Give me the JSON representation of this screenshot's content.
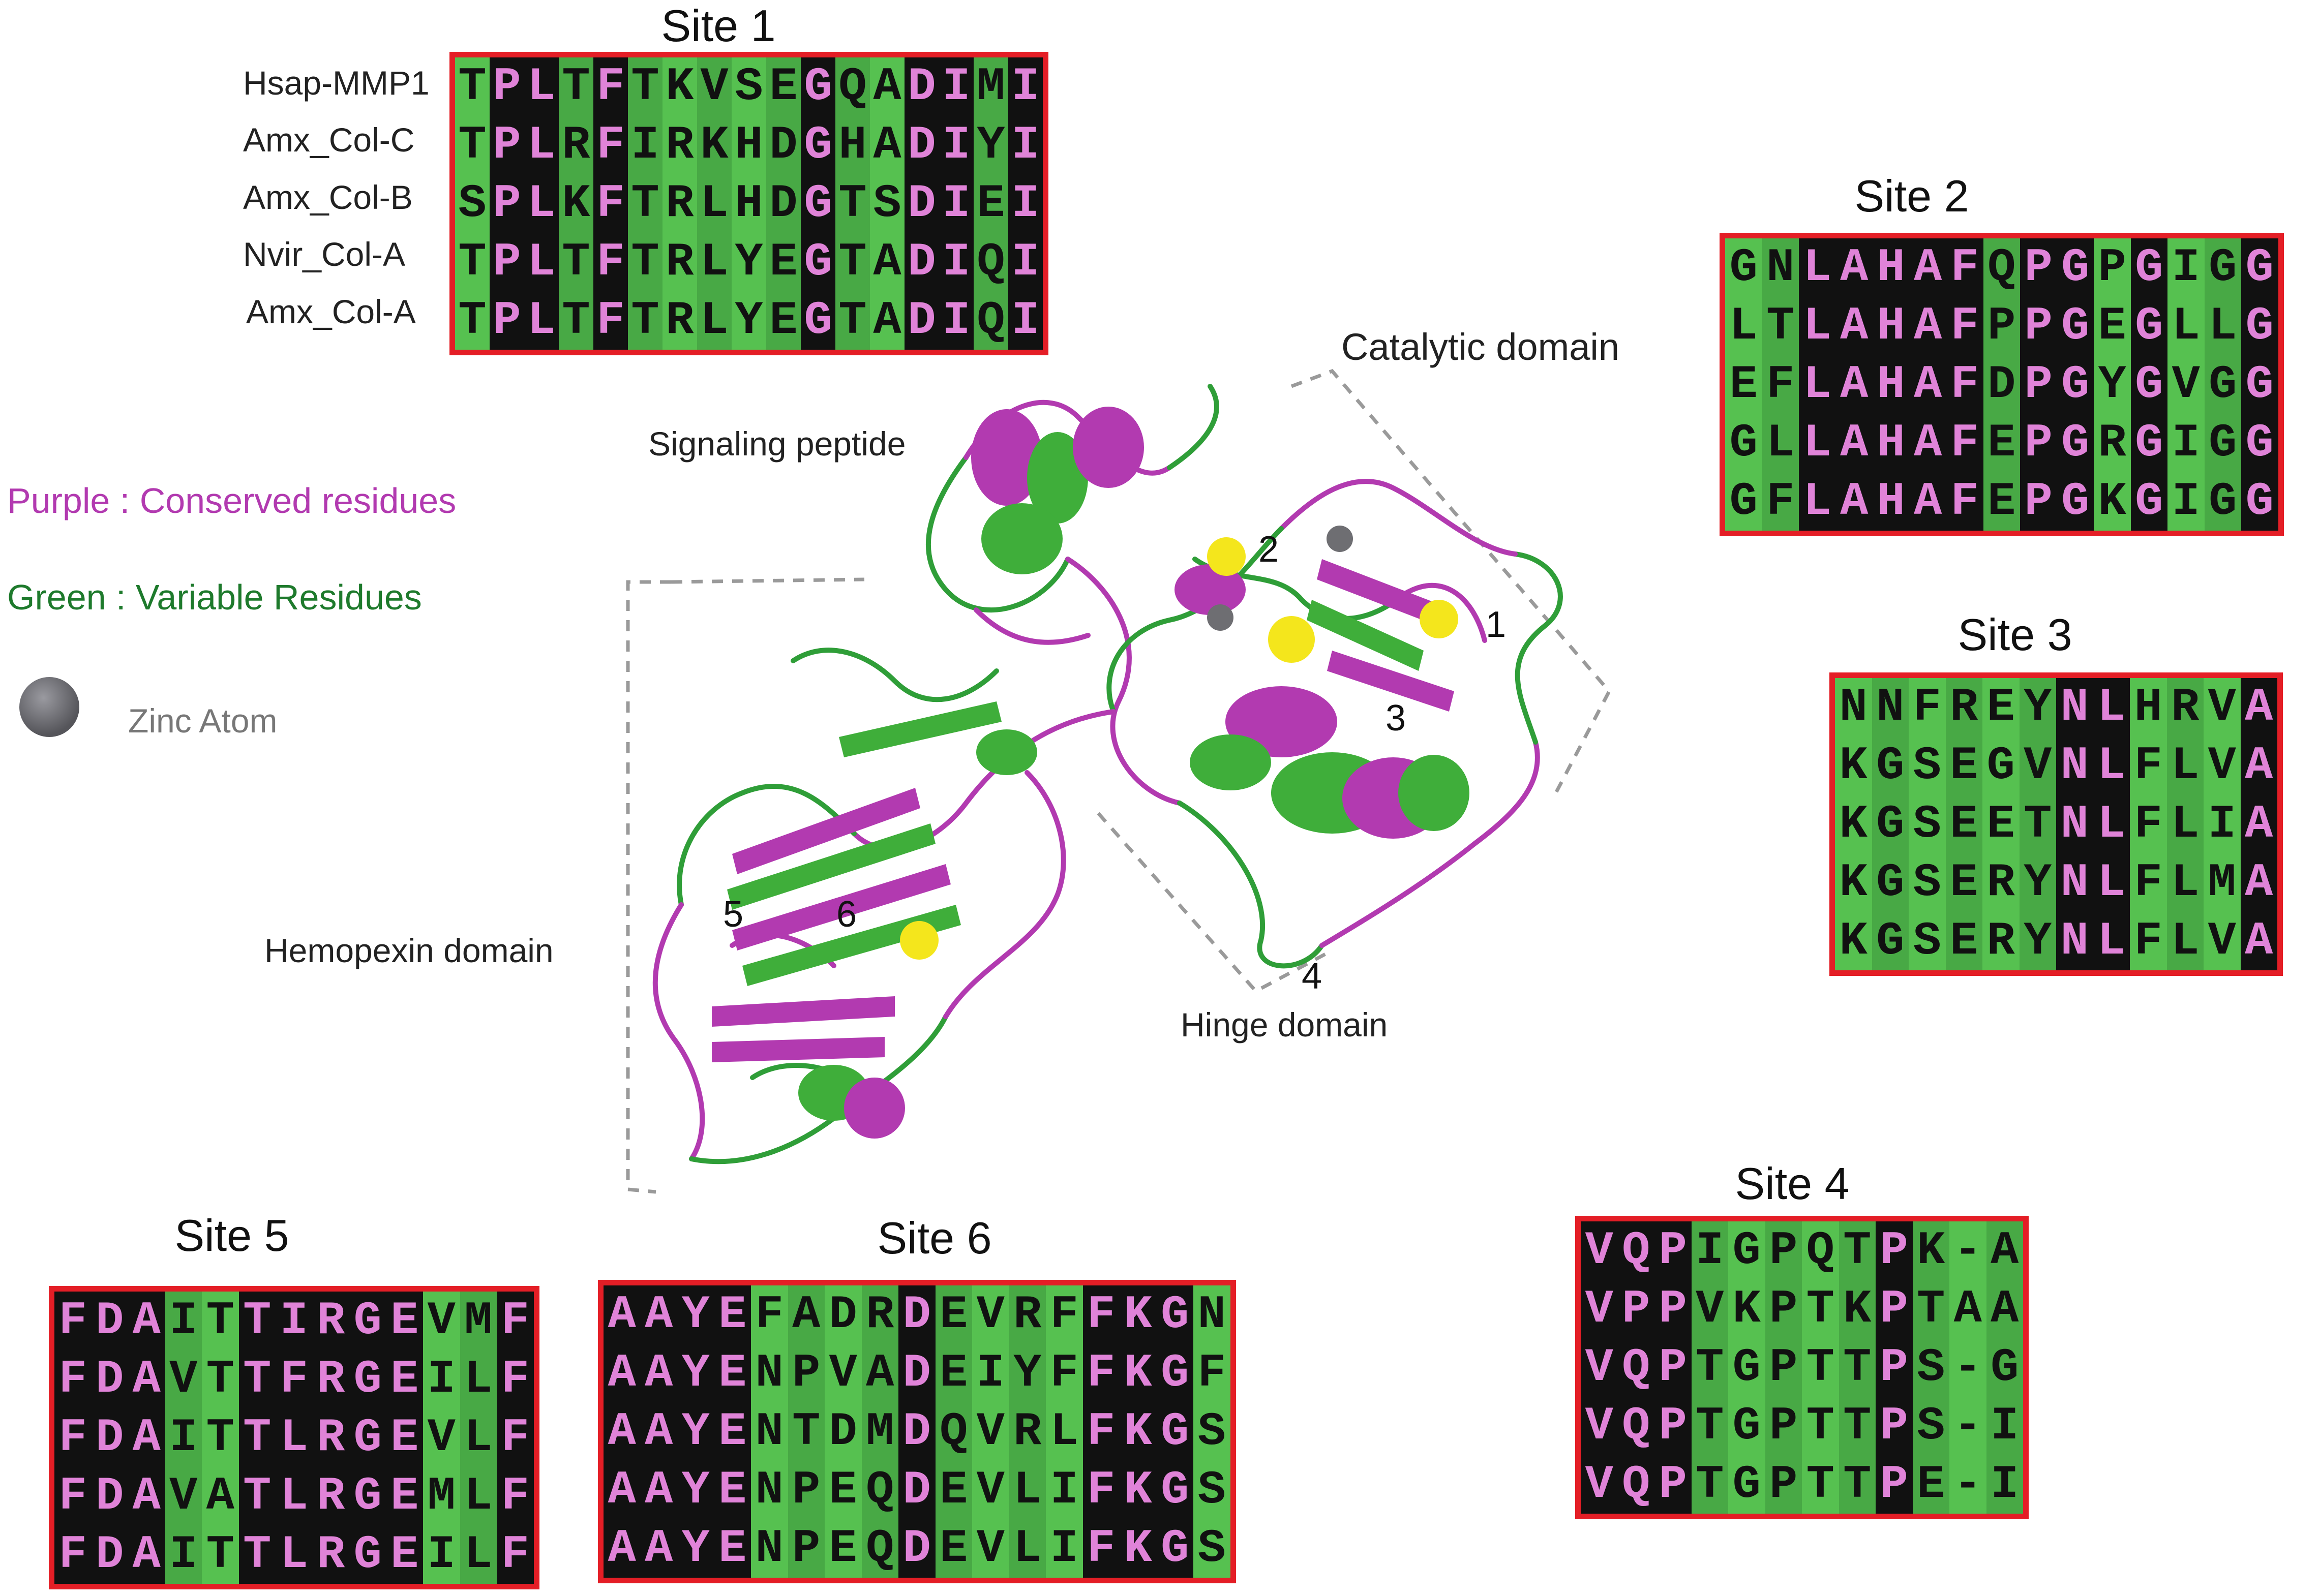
{
  "colors": {
    "conserved": "#b23ab0",
    "variable": "#1e7a2c",
    "zinc": "#6e6e72",
    "highlight_sphere": "#f4e61c",
    "frame": "#e41e26"
  },
  "legend": {
    "purple": "Purple : Conserved residues",
    "green": "Green : Variable Residues",
    "zinc": "Zinc Atom"
  },
  "annotations": {
    "signaling": "Signaling peptide",
    "catalytic": "Catalytic domain",
    "hemopexin": "Hemopexin domain",
    "hinge": "Hinge domain",
    "n1": "1",
    "n2": "2",
    "n3": "3",
    "n4": "4",
    "n5": "5",
    "n6": "6"
  },
  "site1": {
    "title": "Site 1",
    "labels": [
      "Hsap-MMP1",
      "Amx_Col-C",
      "Amx_Col-B",
      "Nvir_Col-A",
      "Amx_Col-A"
    ],
    "rows": [
      "TPLTFTKVSEGQADIMI",
      "TPLRFIRKHDGHADIYI",
      "SPLKFTRLHDGTSDIEI",
      "TPLTFTRLYEGTADIQI",
      "TPLTFTRLYEGTADIQI"
    ],
    "pattern": "gbbgbgggggbggbbgb"
  },
  "site2": {
    "title": "Site 2",
    "rows": [
      "GNLAHAFQPGPGIGG",
      "LTLAHAFPPGEGLLG",
      "EFLAHAFDPGYGVGG",
      "GLLAHAFEPGRGIGG",
      "GFLAHAFEPGKGIGG"
    ],
    "pattern": "ggbbbbbgbbgbggb"
  },
  "site3": {
    "title": "Site 3",
    "rows": [
      "NNFREYNLHRVA",
      "KGSEGVNLFLVA",
      "KGSEETNLFLIA",
      "KGSERYNLFLMA",
      "KGSERYNLFLVA"
    ],
    "pattern": "ggggggbbgggb"
  },
  "site4": {
    "title": "Site 4",
    "rows": [
      "VQPIGPQTPK-A",
      "VPPVKPTKPTAA",
      "VQPTGPTTPS-G",
      "VQPTGPTTPS-I",
      "VQPTGPTTPE-I"
    ],
    "pattern": "bbbgggggbggg"
  },
  "site5": {
    "title": "Site 5",
    "rows": [
      "FDAITTIRGEVMF",
      "FDAVTTFRGEILF",
      "FDAITTLRGEVLF",
      "FDAVATLRGEMLF",
      "FDAITTLRGEILF"
    ],
    "pattern": "bbbggbbbbbggb"
  },
  "site6": {
    "title": "Site 6",
    "rows": [
      "AAYEFADRDEVRFFKGN",
      "AAYENPVADEIYFFKGF",
      "AAYENTDMDQVRLFKGS",
      "AAYENPEQDEVLIFKGS",
      "AAYENPEQDEVLIFKGS"
    ],
    "pattern": "bbbbggggbggggbbbg"
  }
}
